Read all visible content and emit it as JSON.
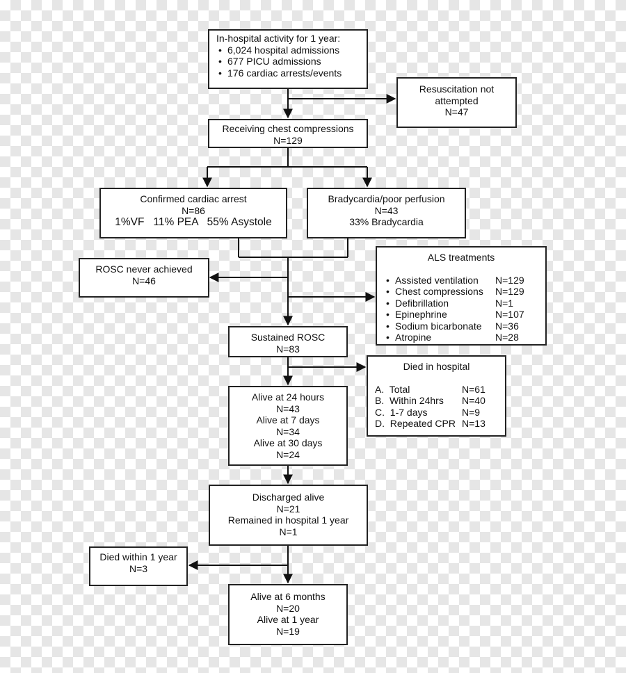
{
  "flow": {
    "activity": {
      "heading": "In-hospital activity for 1 year:",
      "items": [
        "6,024 hospital admissions",
        "677 PICU admissions",
        "176 cardiac arrests/events"
      ]
    },
    "not_attempted": {
      "line1": "Resuscitation not",
      "line2": "attempted",
      "n": "N=47"
    },
    "compressions": {
      "title": "Receiving chest compressions",
      "n": "N=129"
    },
    "cardiac_arrest": {
      "title": "Confirmed cardiac arrest",
      "n": "N=86",
      "rhythms": "1%VF   11% PEA   55% Asystole"
    },
    "bradycardia": {
      "title": "Bradycardia/poor perfusion",
      "n": "N=43",
      "detail": "33% Bradycardia"
    },
    "rosc_never": {
      "title": "ROSC never achieved",
      "n": "N=46"
    },
    "als": {
      "title": "ALS treatments",
      "items": [
        {
          "label": "Assisted ventilation",
          "n": "N=129"
        },
        {
          "label": "Chest compressions",
          "n": "N=129"
        },
        {
          "label": "Defibrillation",
          "n": "N=1"
        },
        {
          "label": "Epinephrine",
          "n": "N=107"
        },
        {
          "label": "Sodium bicarbonate",
          "n": "N=36"
        },
        {
          "label": "Atropine",
          "n": "N=28"
        }
      ]
    },
    "sustained_rosc": {
      "title": "Sustained ROSC",
      "n": "N=83"
    },
    "died_hospital": {
      "title": "Died in hospital",
      "items": [
        {
          "label": "A.  Total",
          "n": "N=61"
        },
        {
          "label": "B.  Within 24hrs",
          "n": "N=40"
        },
        {
          "label": "C.  1-7 days",
          "n": "N=9"
        },
        {
          "label": "D.  Repeated CPR",
          "n": "N=13"
        }
      ]
    },
    "alive": {
      "h24": "Alive at 24 hours",
      "h24_n": "N=43",
      "d7": "Alive at 7 days",
      "d7_n": "N=34",
      "d30": "Alive at 30 days",
      "d30_n": "N=24"
    },
    "discharged": {
      "title": "Discharged alive",
      "n": "N=21",
      "remained": "Remained in hospital 1 year",
      "remained_n": "N=1"
    },
    "died_year": {
      "title": "Died within 1 year",
      "n": "N=3"
    },
    "final": {
      "m6": "Alive at 6 months",
      "m6_n": "N=20",
      "y1": "Alive at 1 year",
      "y1_n": "N=19"
    }
  }
}
